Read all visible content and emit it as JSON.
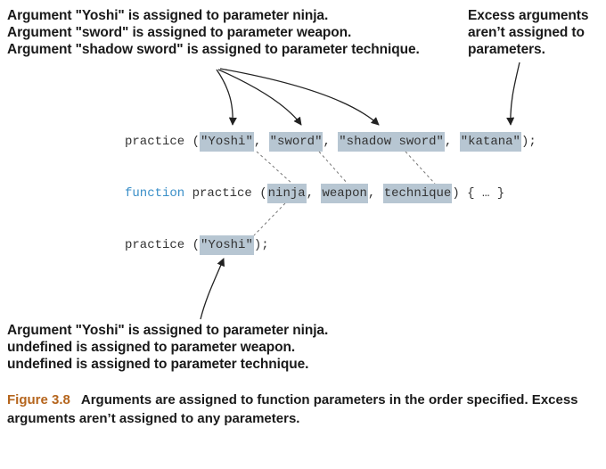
{
  "top_left_note": [
    "Argument \"Yoshi\" is assigned to parameter ninja.",
    "Argument \"sword\" is assigned to parameter weapon.",
    "Argument \"shadow sword\" is assigned to parameter technique."
  ],
  "top_right_note": [
    "Excess arguments",
    "aren’t assigned to",
    "parameters."
  ],
  "code_line1": {
    "name": "practice",
    "open": " (",
    "args": [
      "\"Yoshi\"",
      "\"sword\"",
      "\"shadow sword\"",
      "\"katana\""
    ],
    "sep": ", ",
    "close": ");"
  },
  "code_line2": {
    "keyword": "function",
    "name": " practice",
    "open": " (",
    "params": [
      "ninja",
      "weapon",
      "technique"
    ],
    "sep": ", ",
    "close": ") { … }"
  },
  "code_line3": {
    "name": "practice",
    "open": " (",
    "arg": "\"Yoshi\"",
    "close": ");"
  },
  "bottom_note": [
    "Argument \"Yoshi\" is assigned to parameter ninja.",
    "undefined is assigned to parameter weapon.",
    "undefined is assigned to parameter technique."
  ],
  "caption": {
    "label": "Figure 3.8",
    "text": "Arguments are assigned to function parameters in the order specified. Excess arguments aren’t assigned to any parameters."
  },
  "colors": {
    "highlight": "#b7c6d2",
    "keyword": "#3a8fc8",
    "figure_label": "#b5651d"
  }
}
